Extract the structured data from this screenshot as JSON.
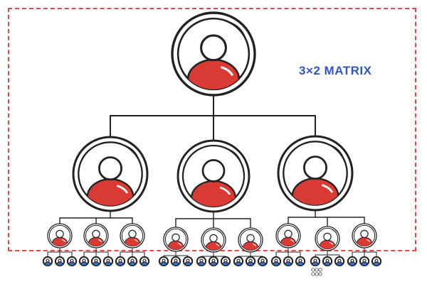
{
  "title": "3×2 MATRIX",
  "colors": {
    "frame": "#e04a4a",
    "body_fill": "#d93a33",
    "deep_body_fill": "#3a6fc4",
    "stroke": "#222222",
    "label": "#2f56c9"
  },
  "matrix": {
    "width": 3,
    "depth": 2,
    "levels": [
      {
        "level": 0,
        "nodes": 1
      },
      {
        "level": 1,
        "nodes": 3
      },
      {
        "level": 2,
        "nodes": 9
      },
      {
        "level": 3,
        "nodes": 27
      }
    ]
  },
  "icons": {
    "node": "person-icon",
    "frame": "dashed-frame"
  }
}
